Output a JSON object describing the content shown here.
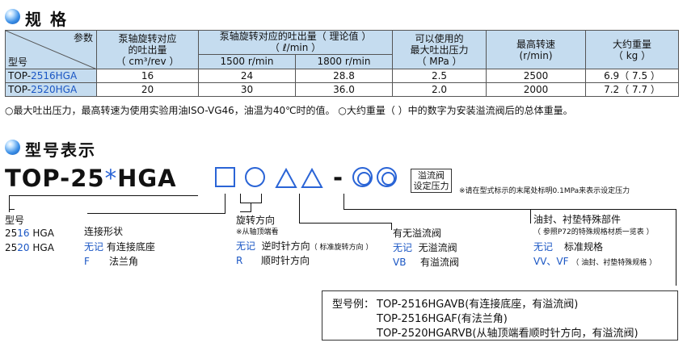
{
  "spec": {
    "title": "规 格",
    "corner_param": "参数",
    "corner_model": "型号",
    "headers": {
      "pump_disp": "泵轴旋转对应\n的吐出量\n（ cm³/rev ）",
      "theory": "泵轴旋转对应的吐出量（ 理论值 ）\n（ ℓ/min ）",
      "rpm1": "1500 r/min",
      "rpm2": "1800 r/min",
      "pressure": "可以使用的\n最大吐出压力\n（ MPa ）",
      "max_speed": "最高转速\n(r/min)",
      "weight": "大约重量\n（ kg ）"
    },
    "rows": [
      {
        "model_prefix": "TOP-",
        "model_suffix": "2516HGA",
        "disp": "16",
        "q1500": "24",
        "q1800": "28.8",
        "pressure": "2.5",
        "speed": "2500",
        "weight": "6.9（ 7.5 ）"
      },
      {
        "model_prefix": "TOP-",
        "model_suffix": "2520HGA",
        "disp": "20",
        "q1500": "30",
        "q1800": "36.0",
        "pressure": "2.0",
        "speed": "2000",
        "weight": "7.2（ 7.7 ）"
      }
    ],
    "note": "○最大吐出压力，最高转速为使用实验用油ISO-VG46，油温为40℃时的值。 ○大约重量（ ）中的数字为安装溢流阀后的总体重量。"
  },
  "model": {
    "title": "型号表示",
    "code_prefix": "TOP-25",
    "code_star": "*",
    "code_suffix": "HGA",
    "dash": "-",
    "relief_label": "溢流阀\n设定压力",
    "relief_note": "※请在型式标示的末尾处标明0.1MPa来表示设定压力",
    "model_label": "型号",
    "models": [
      {
        "a": "25",
        "b": "16",
        "c": " HGA"
      },
      {
        "a": "25",
        "b": "20",
        "c": " HGA"
      }
    ],
    "connection": {
      "title": "连接形状",
      "items": [
        {
          "code": "无记",
          "desc": "有连接底座"
        },
        {
          "code": "F",
          "desc": "法兰角"
        }
      ]
    },
    "rotation": {
      "title": "旋转方向",
      "sub": "※从轴顶端看",
      "items": [
        {
          "code": "无记",
          "desc": "逆时针方向",
          "note": "（ 标准旋转方向 ）"
        },
        {
          "code": "R",
          "desc": "顺时针方向",
          "note": ""
        }
      ]
    },
    "relief": {
      "title": "有无溢流阀",
      "items": [
        {
          "code": "无记",
          "desc": "无溢流阀"
        },
        {
          "code": "VB",
          "desc": "有溢流阀"
        }
      ]
    },
    "seal": {
      "title": "油封、衬垫特殊部件",
      "sub": "（ 参照P72的特殊规格材质一览表 ）",
      "items": [
        {
          "code": "无记",
          "desc": "标准规格",
          "note": ""
        },
        {
          "code": "VV、VF",
          "desc": "",
          "note": "（ 油封、衬垫特殊规格 ）"
        }
      ]
    },
    "examples": {
      "label": "型号例：",
      "lines": [
        "TOP-2516HGAVB(有连接底座，有溢流阀)",
        "TOP-2516HGAF(有法兰角)",
        "TOP-2520HGARVB(从轴顶端看顺时针方向，有溢流阀)"
      ]
    }
  }
}
